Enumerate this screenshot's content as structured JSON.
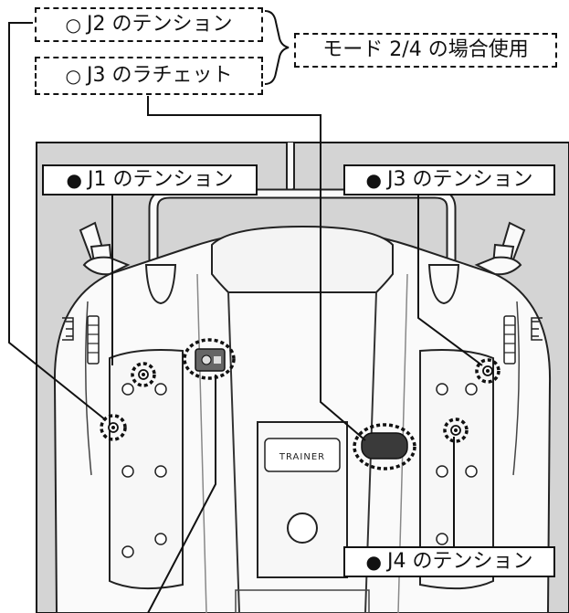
{
  "labels": {
    "j2_tension": {
      "mark": "○",
      "text": "J2 のテンション"
    },
    "j3_ratchet": {
      "mark": "○",
      "text": "J3 のラチェット"
    },
    "mode_note": {
      "text": "モード 2/4 の場合使用"
    },
    "j1_tension": {
      "mark": "●",
      "text": "J1 のテンション"
    },
    "j3_tension": {
      "mark": "●",
      "text": "J3 のテンション"
    },
    "j4_tension": {
      "mark": "●",
      "text": "J4 のテンション"
    }
  },
  "device": {
    "trainer_label": "TRAINER"
  }
}
